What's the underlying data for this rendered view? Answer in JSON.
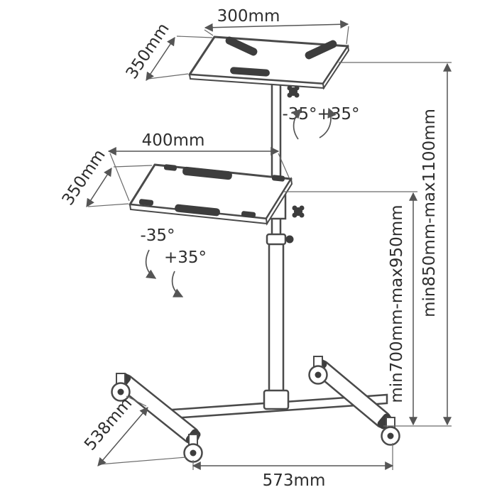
{
  "diagram": {
    "type": "technical-drawing",
    "subject": "height-adjustable projector trolley with two tilting shelves, telescopic pole and four-caster base",
    "colors": {
      "outline": "#4a4a4a",
      "dark_fill": "#3d3d3d",
      "dimension_line": "#555555",
      "label_text": "#2e2e2e",
      "background": "#ffffff"
    },
    "dimensions": {
      "top_shelf_width": "300mm",
      "top_shelf_depth": "350mm",
      "top_shelf_tilt": "-35°+35°",
      "lower_shelf_width": "400mm",
      "lower_shelf_depth": "350mm",
      "lower_shelf_tilt_negative": "-35°",
      "lower_shelf_tilt_positive": "+35°",
      "overall_height": "min850mm-max1100mm",
      "lower_shelf_height": "min700mm-max950mm",
      "base_depth": "538mm",
      "base_width": "573mm"
    }
  }
}
